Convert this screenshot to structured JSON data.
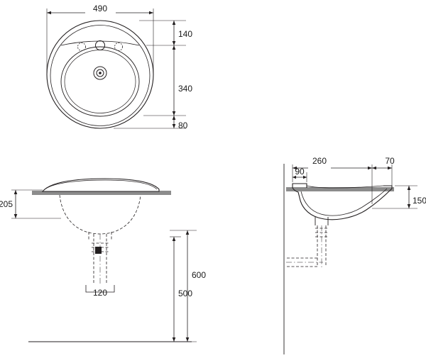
{
  "drawing": {
    "title": "washbasin-technical-drawing",
    "line_color": "#231f20",
    "background": "#ffffff",
    "counter_fill": "#8c8c8c",
    "dimensions": {
      "top_view": {
        "width": "490",
        "back_to_tap": "140",
        "bowl_depth": "340",
        "front_edge": "80"
      },
      "front_view": {
        "height": "205",
        "waste_width": "120",
        "trap_height_outer": "600",
        "trap_height_inner": "500"
      },
      "side_view": {
        "depth_main": "260",
        "tap_offset": "90",
        "rear_projection": "70",
        "height": "150"
      }
    },
    "labels": {
      "d490": "490",
      "d140": "140",
      "d340": "340",
      "d80": "80",
      "d205": "205",
      "d120": "120",
      "d600": "600",
      "d500": "500",
      "d260": "260",
      "d90": "90",
      "d70": "70",
      "d150": "150"
    }
  }
}
